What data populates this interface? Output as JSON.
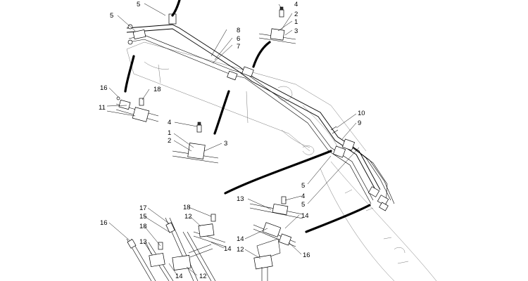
{
  "callouts": [
    {
      "id": "c-5-top",
      "text": "5"
    },
    {
      "id": "c-5-left",
      "text": "5"
    },
    {
      "id": "c-8",
      "text": "8"
    },
    {
      "id": "c-6",
      "text": "6"
    },
    {
      "id": "c-7",
      "text": "7"
    },
    {
      "id": "c-4-tr",
      "text": "4"
    },
    {
      "id": "c-2-tr",
      "text": "2"
    },
    {
      "id": "c-1-tr",
      "text": "1"
    },
    {
      "id": "c-3-tr",
      "text": "3"
    },
    {
      "id": "c-16-a",
      "text": "16"
    },
    {
      "id": "c-18-a",
      "text": "18"
    },
    {
      "id": "c-11",
      "text": "11"
    },
    {
      "id": "c-4-mid",
      "text": "4"
    },
    {
      "id": "c-1-mid",
      "text": "1"
    },
    {
      "id": "c-2-mid",
      "text": "2"
    },
    {
      "id": "c-3-mid",
      "text": "3"
    },
    {
      "id": "c-10",
      "text": "10"
    },
    {
      "id": "c-9",
      "text": "9"
    },
    {
      "id": "c-5-r1",
      "text": "5"
    },
    {
      "id": "c-13-r",
      "text": "13"
    },
    {
      "id": "c-4-r",
      "text": "4"
    },
    {
      "id": "c-5-r2",
      "text": "5"
    },
    {
      "id": "c-14-r1",
      "text": "14"
    },
    {
      "id": "c-14-r2",
      "text": "14"
    },
    {
      "id": "c-16-r",
      "text": "16"
    },
    {
      "id": "c-12-r",
      "text": "12"
    },
    {
      "id": "c-17",
      "text": "17"
    },
    {
      "id": "c-18-b",
      "text": "18"
    },
    {
      "id": "c-15",
      "text": "15"
    },
    {
      "id": "c-12-b",
      "text": "12"
    },
    {
      "id": "c-16-b",
      "text": "16"
    },
    {
      "id": "c-18-c",
      "text": "18"
    },
    {
      "id": "c-14-b",
      "text": "14"
    },
    {
      "id": "c-13-b",
      "text": "13"
    },
    {
      "id": "c-14-c",
      "text": "14"
    },
    {
      "id": "c-12-c",
      "text": "12"
    }
  ]
}
